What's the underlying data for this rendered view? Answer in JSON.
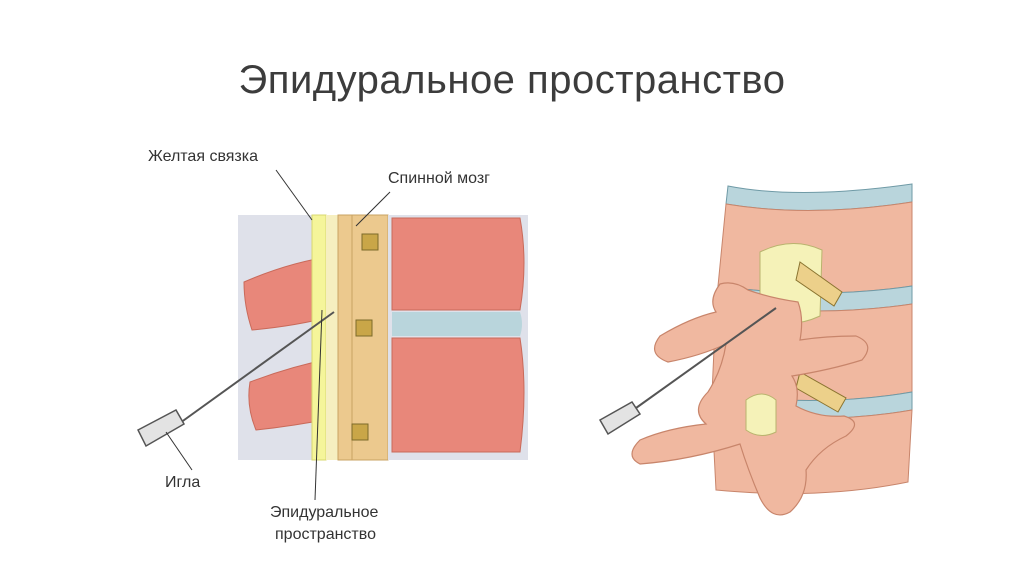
{
  "slide": {
    "title": "Эпидуральное пространство"
  },
  "labels": {
    "ligament": "Желтая связка",
    "spinal_cord": "Спинной мозг",
    "needle": "Игла",
    "epidural_line1": "Эпидуральное",
    "epidural_line2": "пространство"
  },
  "colors": {
    "bone": "#f0b8a0",
    "bone_dark": "#e08a70",
    "marrow": "#e8877a",
    "disc": "#b9d5dc",
    "cord": "#ecc98e",
    "ligament": "#f5f59a",
    "background_tissue": "#dfe1ea"
  }
}
